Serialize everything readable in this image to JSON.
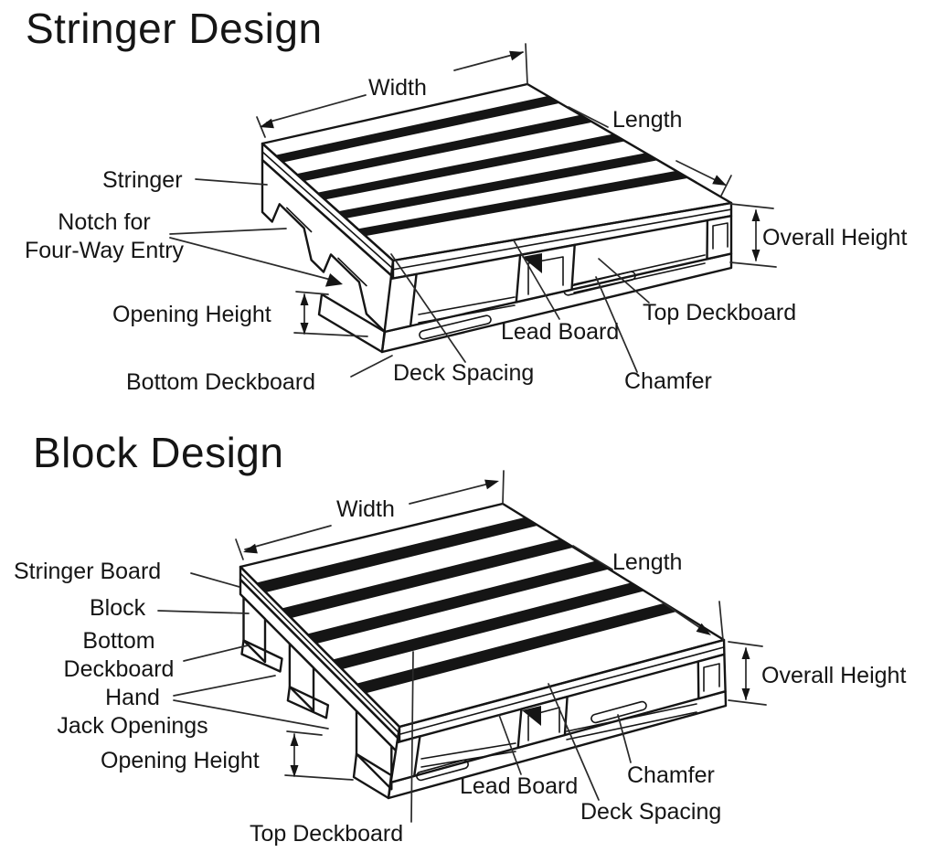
{
  "stringer_section": {
    "title": "Stringer Design",
    "labels": {
      "width": "Width",
      "length": "Length",
      "stringer": "Stringer",
      "notch_line1": "Notch for",
      "notch_line2": "Four-Way Entry",
      "opening_height": "Opening Height",
      "bottom_deckboard": "Bottom Deckboard",
      "deck_spacing": "Deck Spacing",
      "lead_board": "Lead Board",
      "top_deckboard": "Top Deckboard",
      "chamfer": "Chamfer",
      "overall_height": "Overall Height"
    }
  },
  "block_section": {
    "title": "Block Design",
    "labels": {
      "width": "Width",
      "length": "Length",
      "stringer_board": "Stringer Board",
      "block": "Block",
      "bottom_deckboard_line1": "Bottom",
      "bottom_deckboard_line2": "Deckboard",
      "hand_jack_line1": "Hand",
      "hand_jack_line2": "Jack Openings",
      "opening_height": "Opening Height",
      "top_deckboard": "Top Deckboard",
      "lead_board": "Lead Board",
      "deck_spacing": "Deck Spacing",
      "chamfer": "Chamfer",
      "overall_height": "Overall Height"
    }
  },
  "colors": {
    "ink": "#151515",
    "background": "#ffffff"
  }
}
